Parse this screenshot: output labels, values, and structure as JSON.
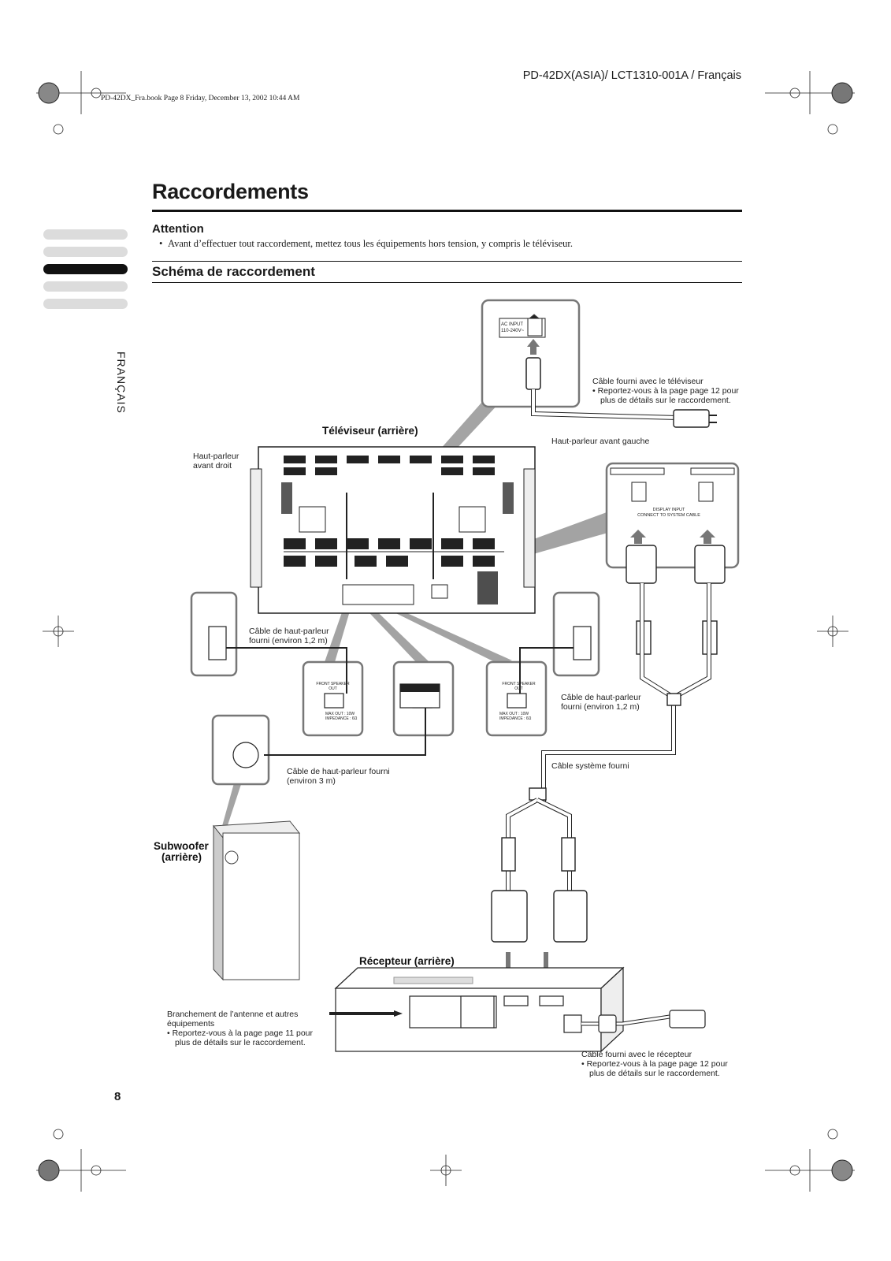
{
  "header": {
    "doc_code": "PD-42DX(ASIA)/ LCT1310-001A / Français",
    "book_line": "PD-42DX_Fra.book Page 8 Friday, December 13, 2002 10:44 AM"
  },
  "page_title": "Raccordements",
  "attention": {
    "heading": "Attention",
    "bullet": "Avant d’effectuer tout raccordement, mettez tous les équipements hors tension, y compris le téléviseur."
  },
  "section_heading": "Schéma de raccordement",
  "language_tab": "FRANÇAIS",
  "page_number": "8",
  "diagram": {
    "tv_label": "Téléviseur (arrière)",
    "receiver_label": "Récepteur (arrière)",
    "subwoofer_label_1": "Subwoofer",
    "subwoofer_label_2": "(arrière)",
    "ac_input": "AC INPUT",
    "ac_voltage": "110-240V~",
    "tv_power_cable_title": "Câble fourni avec le téléviseur",
    "tv_power_cable_note": "Reportez-vous à la page page 12 pour plus de détails sur le raccordement.",
    "left_speaker": "Haut-parleur avant gauche",
    "right_speaker_1": "Haut-parleur",
    "right_speaker_2": "avant droit",
    "speaker_cable_left_1": "Câble de haut-parleur",
    "speaker_cable_left_2": "fourni (environ 1,2 m)",
    "speaker_cable_right_1": "Câble de haut-parleur",
    "speaker_cable_right_2": "fourni (environ 1,2 m)",
    "subwoofer_cable_1": "Câble de haut-parleur fourni",
    "subwoofer_cable_2": "(environ 3 m)",
    "system_cable": "Câble système fourni",
    "display_input": "DISPLAY INPUT",
    "connect_to_system_cable": "CONNECT TO SYSTEM CABLE",
    "front_speaker_out": "FRONT SPEAKER OUT",
    "max_out": "MAX OUT : 10W",
    "impedance": "IMPEDANCE : 6Ω",
    "antenna_title_1": "Branchement de l’antenne et autres",
    "antenna_title_2": "équipements",
    "antenna_note": "Reportez-vous à la page page 11 pour plus de détails sur le raccordement.",
    "receiver_cable_title": "Câble fourni avec le récepteur",
    "receiver_cable_note": "Reportez-vous à la page page 12 pour plus de détails sur le raccordement."
  },
  "colors": {
    "text": "#1a1a1a",
    "tab_inactive": "#dcdcdc",
    "tab_active": "#111111",
    "callout": "#888888"
  }
}
